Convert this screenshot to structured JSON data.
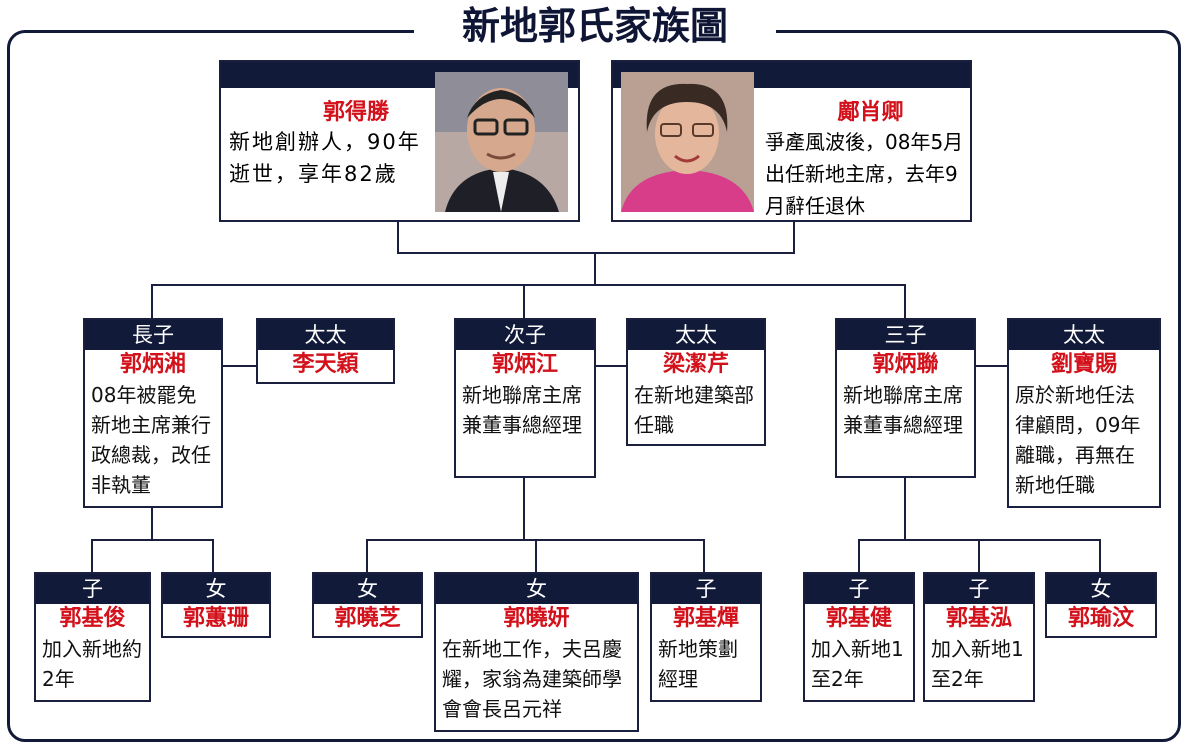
{
  "title": "新地郭氏家族圖",
  "parents": [
    {
      "name": "郭得勝",
      "desc": "新地創辦人，90年逝世，享年82歲",
      "photo_icon": "portrait-man-icon"
    },
    {
      "name": "鄺肖卿",
      "desc": "爭產風波後，08年5月出任新地主席，去年9月辭任退休",
      "photo_icon": "portrait-woman-icon"
    }
  ],
  "sons": [
    {
      "role": "長子",
      "name": "郭炳湘",
      "desc": "08年被罷免新地主席兼行政總裁，改任非執董"
    },
    {
      "role": "次子",
      "name": "郭炳江",
      "desc": "新地聯席主席兼董事總經理"
    },
    {
      "role": "三子",
      "name": "郭炳聯",
      "desc": "新地聯席主席兼董事總經理"
    }
  ],
  "wives": [
    {
      "role": "太太",
      "name": "李天穎",
      "desc": ""
    },
    {
      "role": "太太",
      "name": "梁潔芹",
      "desc": "在新地建築部任職"
    },
    {
      "role": "太太",
      "name": "劉寶賜",
      "desc": "原於新地任法律顧問，09年離職，再無在新地任職"
    }
  ],
  "grandchildren": [
    {
      "role": "子",
      "name": "郭基俊",
      "desc": "加入新地約2年"
    },
    {
      "role": "女",
      "name": "郭蕙珊",
      "desc": ""
    },
    {
      "role": "女",
      "name": "郭曉芝",
      "desc": ""
    },
    {
      "role": "女",
      "name": "郭曉妍",
      "desc": "在新地工作，夫呂慶耀，家翁為建築師學會會長呂元祥"
    },
    {
      "role": "子",
      "name": "郭基燀",
      "desc": "新地策劃經理"
    },
    {
      "role": "子",
      "name": "郭基健",
      "desc": "加入新地1至2年"
    },
    {
      "role": "子",
      "name": "郭基泓",
      "desc": "加入新地1至2年"
    },
    {
      "role": "女",
      "name": "郭瑜汶",
      "desc": ""
    }
  ],
  "colors": {
    "navy": "#121a3a",
    "name_red": "#d2111b"
  }
}
